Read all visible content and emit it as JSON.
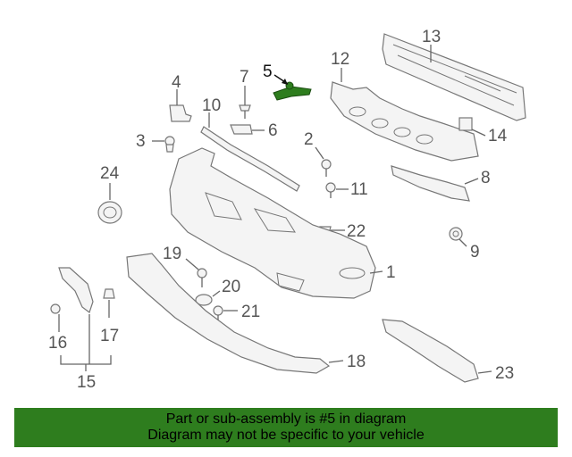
{
  "diagram": {
    "highlight_part": "5",
    "highlight_color": "#2e7d1e",
    "callouts": {
      "p1": "1",
      "p2": "2",
      "p3": "3",
      "p4": "4",
      "p5": "5",
      "p6": "6",
      "p7": "7",
      "p8": "8",
      "p9": "9",
      "p10": "10",
      "p11": "11",
      "p12": "12",
      "p13": "13",
      "p14": "14",
      "p15": "15",
      "p16": "16",
      "p17": "17",
      "p18": "18",
      "p19": "19",
      "p20": "20",
      "p21": "21",
      "p22": "22",
      "p23": "23",
      "p24": "24"
    }
  },
  "banner": {
    "line1": "Part or sub-assembly is #5 in diagram",
    "line2": "Diagram may not be specific to your vehicle",
    "background": "#2e7d1e"
  }
}
